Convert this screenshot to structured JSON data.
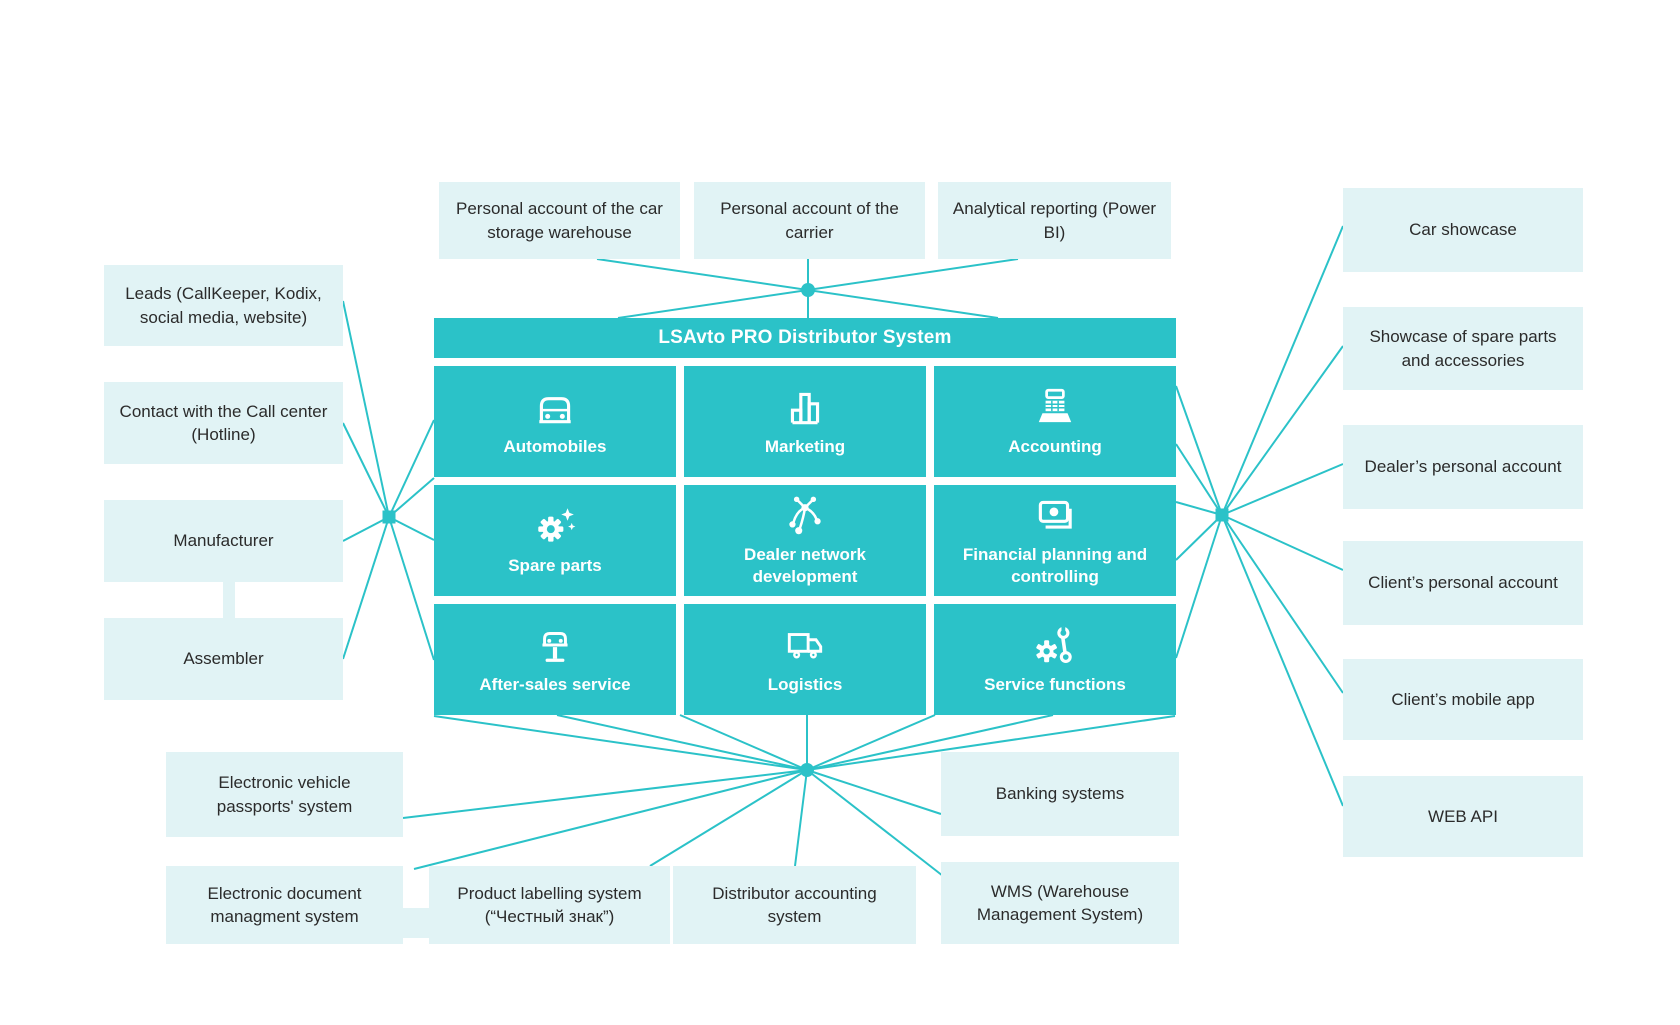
{
  "diagram": {
    "title": "LSAvto PRO Distributor System",
    "modules": [
      {
        "label": "Automobiles",
        "icon": "car-icon"
      },
      {
        "label": "Marketing",
        "icon": "bar-chart-icon"
      },
      {
        "label": "Accounting",
        "icon": "cash-register-icon"
      },
      {
        "label": "Spare parts",
        "icon": "gear-sparkle-icon"
      },
      {
        "label": "Dealer network development",
        "icon": "network-nodes-icon"
      },
      {
        "label": "Financial planning and controlling",
        "icon": "banknote-icon"
      },
      {
        "label": "After-sales service",
        "icon": "car-lift-icon"
      },
      {
        "label": "Logistics",
        "icon": "truck-icon"
      },
      {
        "label": "Service functions",
        "icon": "gear-wrench-icon"
      }
    ],
    "top_nodes": [
      {
        "label": "Personal account of the car storage warehouse"
      },
      {
        "label": "Personal account of the carrier"
      },
      {
        "label": "Analytical reporting (Power BI)"
      }
    ],
    "left_nodes": [
      {
        "label": "Leads (CallKeeper, Kodix, social media, website)"
      },
      {
        "label": "Contact with the Call center (Hotline)"
      },
      {
        "label": "Manufacturer"
      },
      {
        "label": "Assembler"
      }
    ],
    "right_nodes": [
      {
        "label": "Car showcase"
      },
      {
        "label": "Showcase of spare parts and accessories"
      },
      {
        "label": "Dealer’s personal account"
      },
      {
        "label": "Client’s personal account"
      },
      {
        "label": "Client’s mobile app"
      },
      {
        "label": "WEB API"
      }
    ],
    "bottom_nodes": [
      {
        "label": "Electronic vehicle passports' system"
      },
      {
        "label": "Electronic document managment system"
      },
      {
        "label": "Product labelling system (“Честный знак”)"
      },
      {
        "label": "Distributor accounting system"
      },
      {
        "label": "Banking systems"
      },
      {
        "label": "WMS (Warehouse Management System)"
      }
    ],
    "colors": {
      "teal": "#2bc2c8",
      "light_box": "#e1f3f5",
      "text_dark": "#2b2b2b",
      "text_on_teal": "#ffffff"
    }
  }
}
